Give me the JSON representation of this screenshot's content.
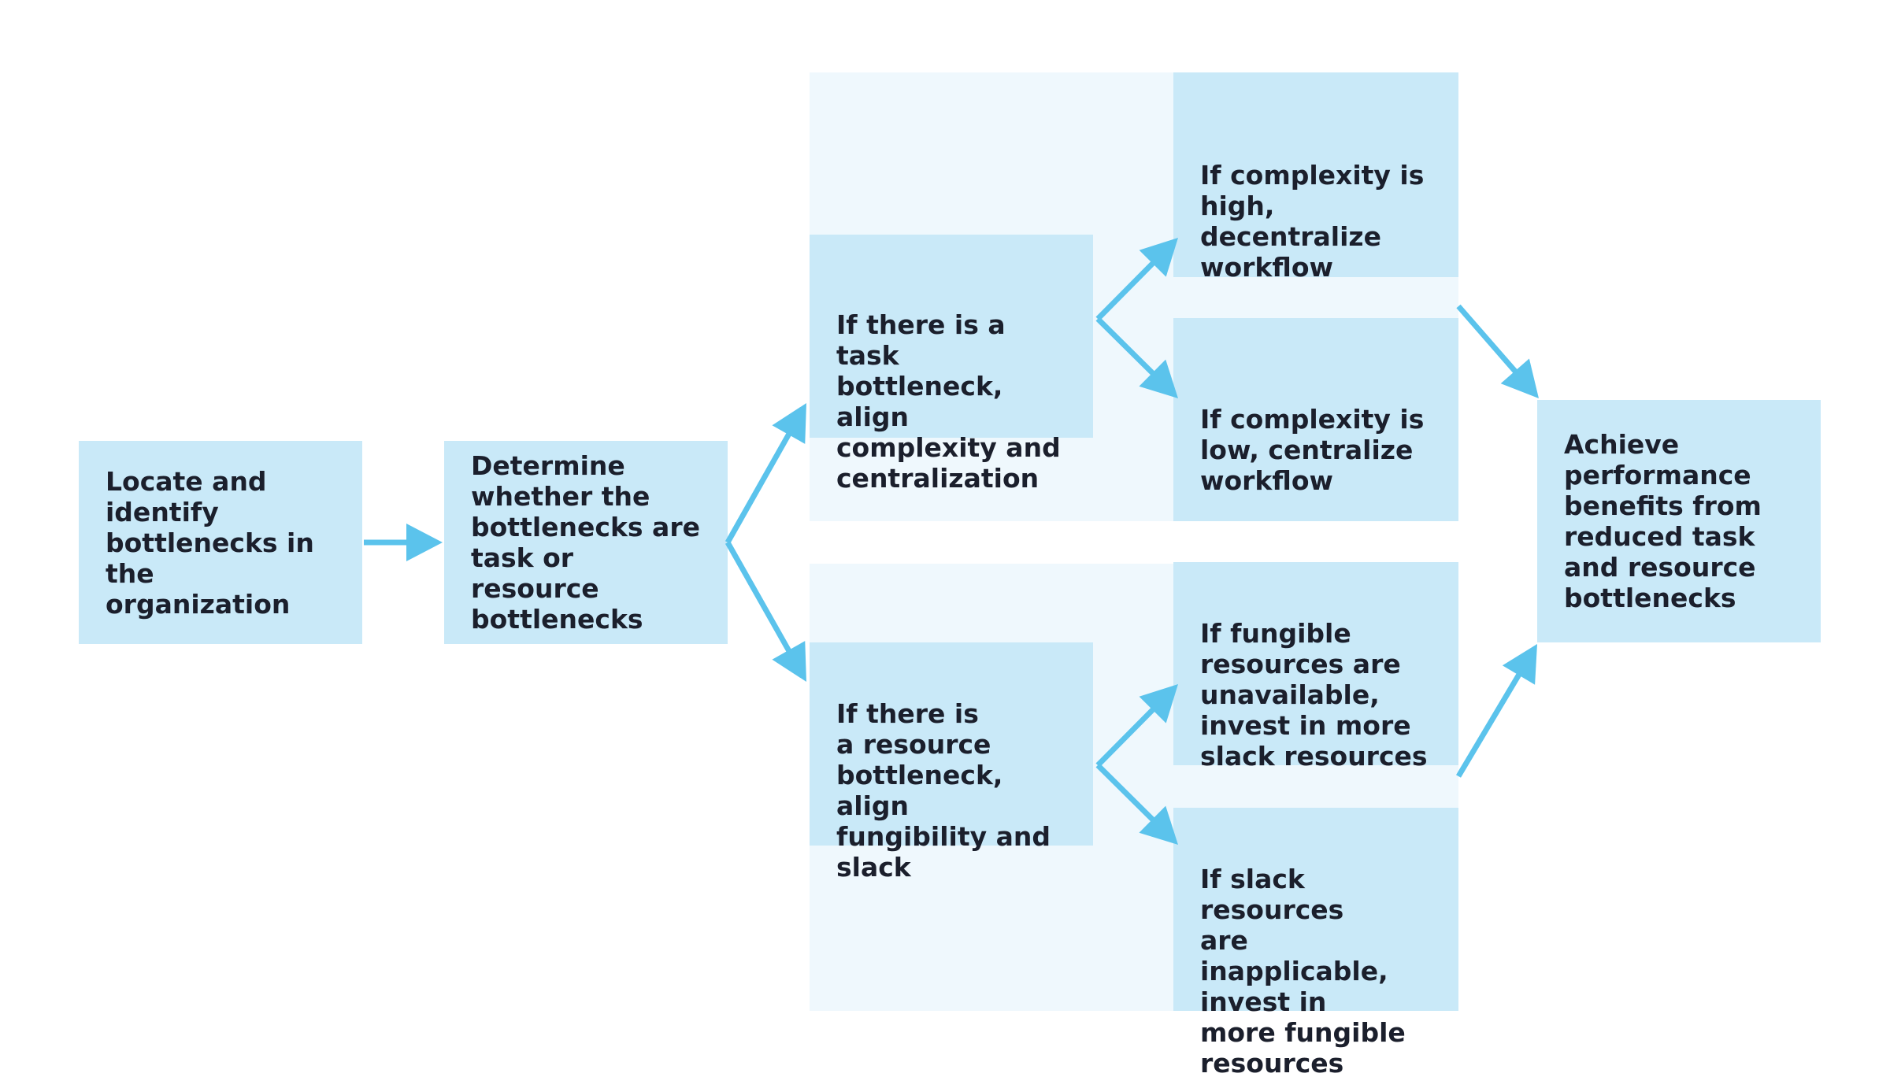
{
  "diagram": {
    "steps": {
      "locate": "Locate and\nidentify\nbottlenecks in\nthe organization",
      "determine": "Determine\nwhether the\nbottlenecks are\ntask or resource\nbottlenecks",
      "task_bottleneck": "If there is a task\nbottleneck, align\ncomplexity and\ncentralization",
      "resource_bottleneck": "If there is\na resource\nbottleneck, align\nfungibility and\nslack",
      "complexity_high": "If complexity is\nhigh, decentralize\nworkflow",
      "complexity_low": "If complexity is\nlow, centralize\nworkflow",
      "fungible_unavailable": "If fungible\nresources are\nunavailable,\ninvest in more\nslack resources",
      "slack_inapplicable": "If slack resources\nare inapplicable,\ninvest in\nmore fungible\nresources",
      "achieve": "Achieve\nperformance\nbenefits from\nreduced task\nand resource\nbottlenecks"
    },
    "colors": {
      "box_fill": "#c9e9f8",
      "panel_fill": "#eff8fd",
      "arrow": "#5bc3ec",
      "text": "#1b1f2c"
    }
  }
}
